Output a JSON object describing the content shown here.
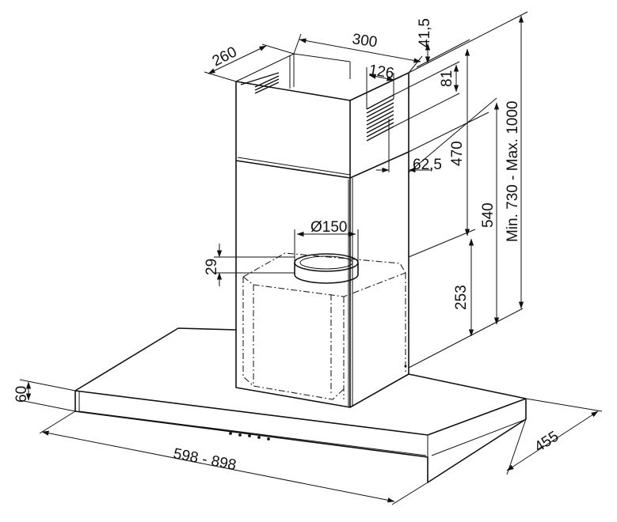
{
  "drawing": {
    "dimensions": {
      "chimney_depth": "260",
      "chimney_width": "300",
      "top_offset": "41,5",
      "vent_width": "126",
      "vent_height": "81",
      "wall_gap": "62,5",
      "upper_chimney_height": "470",
      "chimney_height": "540",
      "lower_height": "253",
      "total_height": "Min. 730  -  Max. 1000",
      "outlet_diameter": "Ø150",
      "collar_height": "29",
      "canopy_thickness": "60",
      "hood_width": "598  -  898",
      "hood_depth": "455"
    }
  }
}
